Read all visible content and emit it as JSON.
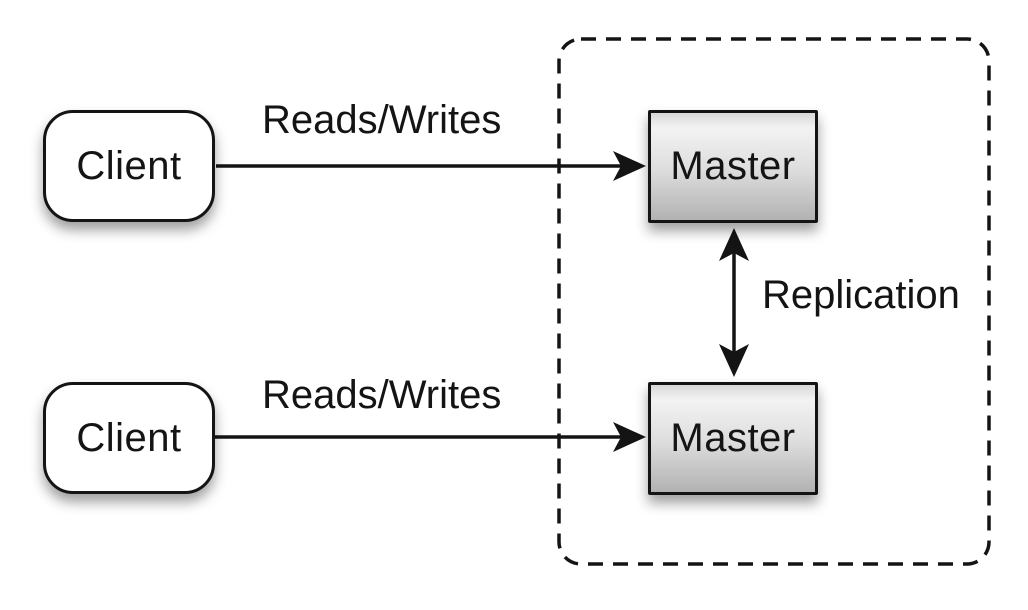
{
  "diagram": {
    "type": "architecture-diagram",
    "topic": "master-master replication",
    "nodes": [
      {
        "id": "client-top",
        "label": "Client",
        "shape": "rounded-rectangle",
        "fill": "#ffffff"
      },
      {
        "id": "client-bottom",
        "label": "Client",
        "shape": "rounded-rectangle",
        "fill": "#ffffff"
      },
      {
        "id": "master-top",
        "label": "Master",
        "shape": "rectangle",
        "fill": "gray-gradient"
      },
      {
        "id": "master-bottom",
        "label": "Master",
        "shape": "rectangle",
        "fill": "gray-gradient"
      }
    ],
    "edges": [
      {
        "id": "reads-writes-top",
        "label": "Reads/Writes",
        "from": "client-top",
        "to": "master-top",
        "direction": "one-way"
      },
      {
        "id": "reads-writes-bottom",
        "label": "Reads/Writes",
        "from": "client-bottom",
        "to": "master-bottom",
        "direction": "one-way"
      },
      {
        "id": "replication",
        "label": "Replication",
        "from": "master-top",
        "to": "master-bottom",
        "direction": "two-way"
      }
    ],
    "group": {
      "id": "replication-group",
      "style": "dashed-rounded-rectangle",
      "contains": [
        "master-top",
        "master-bottom"
      ]
    },
    "colors": {
      "stroke": "#141414",
      "background": "#ffffff",
      "master_gradient_top": "#f3f3f3",
      "master_gradient_bottom": "#b2b2b2",
      "client_fill": "#ffffff"
    }
  }
}
